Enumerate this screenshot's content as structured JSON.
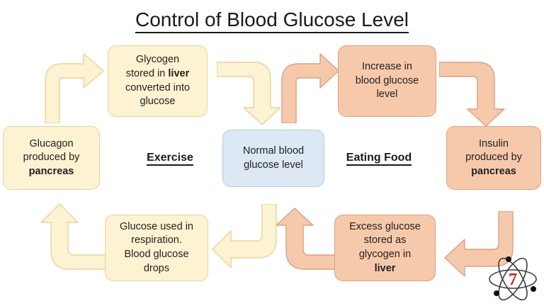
{
  "title": {
    "text": "Control of Blood Glucose Level"
  },
  "colors": {
    "cream_fill": "#fdf2d2",
    "cream_stroke": "#e6d49a",
    "salmon_fill": "#f7c9ab",
    "salmon_stroke": "#d9a183",
    "blue_fill": "#dce8f4",
    "blue_stroke": "#b6cde3",
    "text": "#231f20",
    "logo_accent": "#cc2026"
  },
  "boxes": {
    "glycogen_to_glucose": {
      "line1": "Glycogen",
      "line2_pre": "stored in ",
      "line2_bold": "liver",
      "line3": "converted into",
      "line4": "glucose"
    },
    "increase_glucose": {
      "line1": "Increase in",
      "line2": "blood glucose",
      "line3": "level"
    },
    "glucagon": {
      "line1": "Glucagon",
      "line2": "produced by",
      "line3_bold": "pancreas"
    },
    "normal_level": {
      "line1": "Normal blood",
      "line2": "glucose level"
    },
    "insulin": {
      "line1": "Insulin",
      "line2": "produced by",
      "line3_bold": "pancreas"
    },
    "glucose_respiration": {
      "line1": "Glucose used in",
      "line2": "respiration.",
      "line3": "Blood glucose",
      "line4": "drops"
    },
    "excess_glucose": {
      "line1": "Excess glucose",
      "line2": "stored as",
      "line3": "glycogen in",
      "line4_bold": "liver"
    }
  },
  "labels": {
    "exercise": "Exercise",
    "eating_food": "Eating Food"
  },
  "logo": {
    "number": "7",
    "name": "atom-logo"
  },
  "flow": {
    "arrows": [
      {
        "name": "arrow-glucagon-to-glycogen",
        "color": "cream",
        "direction": "up-right"
      },
      {
        "name": "arrow-glycogen-to-normal",
        "color": "cream",
        "direction": "right-down"
      },
      {
        "name": "arrow-normal-to-increase",
        "color": "salmon",
        "direction": "up-right"
      },
      {
        "name": "arrow-increase-to-insulin",
        "color": "salmon",
        "direction": "right-down"
      },
      {
        "name": "arrow-insulin-to-excess",
        "color": "salmon",
        "direction": "down-left"
      },
      {
        "name": "arrow-excess-to-normal",
        "color": "salmon",
        "direction": "left-up"
      },
      {
        "name": "arrow-normal-to-respiration",
        "color": "cream",
        "direction": "down-left"
      },
      {
        "name": "arrow-respiration-to-glucagon",
        "color": "cream",
        "direction": "left-up"
      }
    ]
  }
}
